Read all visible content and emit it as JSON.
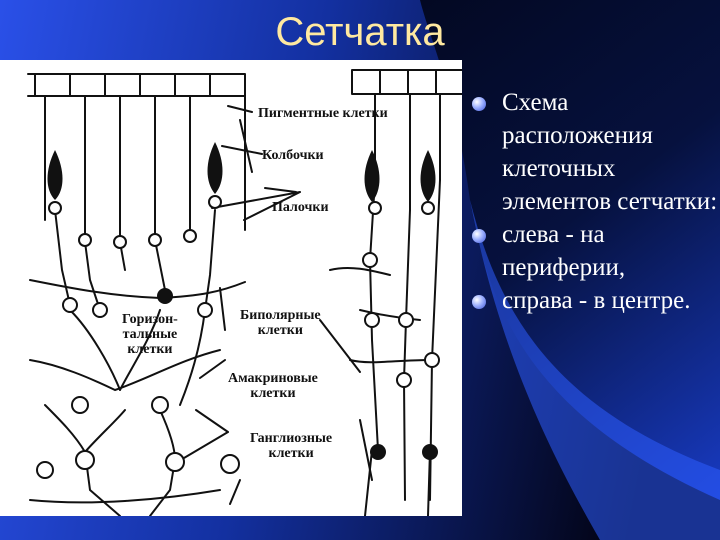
{
  "slide": {
    "title": "Сетчатка",
    "colors": {
      "background_dark": "#000000",
      "background_blue": "#1e4ad9",
      "title_text": "#ffe9a0",
      "body_text": "#ffffff",
      "bullet": "#6f86f0"
    }
  },
  "figure": {
    "labels": {
      "pigment": "Пигментные клетки",
      "cones": "Колбочки",
      "rods": "Палочки",
      "horizontal": [
        "Горизон-",
        "тальные",
        "клетки"
      ],
      "bipolar": [
        "Биполярные",
        "клетки"
      ],
      "amacrine": [
        "Амакриновые",
        "клетки"
      ],
      "ganglion": [
        "Ганглиозные",
        "клетки"
      ]
    }
  },
  "bullets": [
    {
      "text": "Схема расположения клеточных элементов сетчатки:"
    },
    {
      "text": "слева - на периферии,"
    },
    {
      "text": "справа - в центре."
    }
  ]
}
